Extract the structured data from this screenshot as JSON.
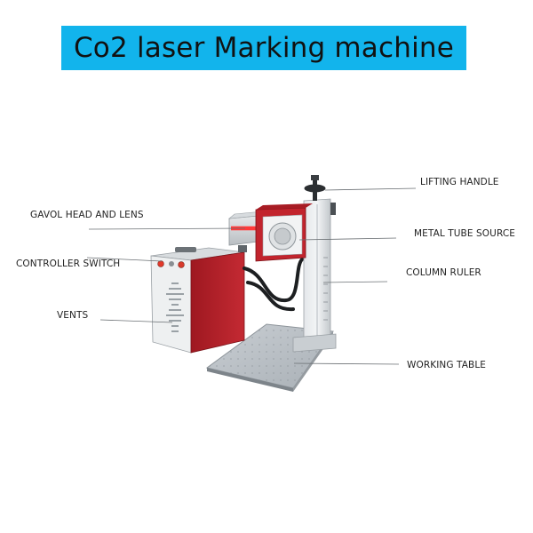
{
  "title": "Co2 laser Marking machine",
  "labels": {
    "lifting_handle": "LIFTING HANDLE",
    "galvo_head": "GAVOL HEAD AND LENS",
    "metal_tube": "METAL TUBE SOURCE",
    "controller_switch": "CONTROLLER SWITCH",
    "column_ruler": "COLUMN  RULER",
    "vents": "VENTS",
    "working_table": "WORKING TABLE"
  },
  "colors": {
    "title_bar": "#12b4ec",
    "cabinet_red": "#b8202a",
    "laser_red": "#ff2a2a",
    "aluminum": "#d9dde0"
  }
}
